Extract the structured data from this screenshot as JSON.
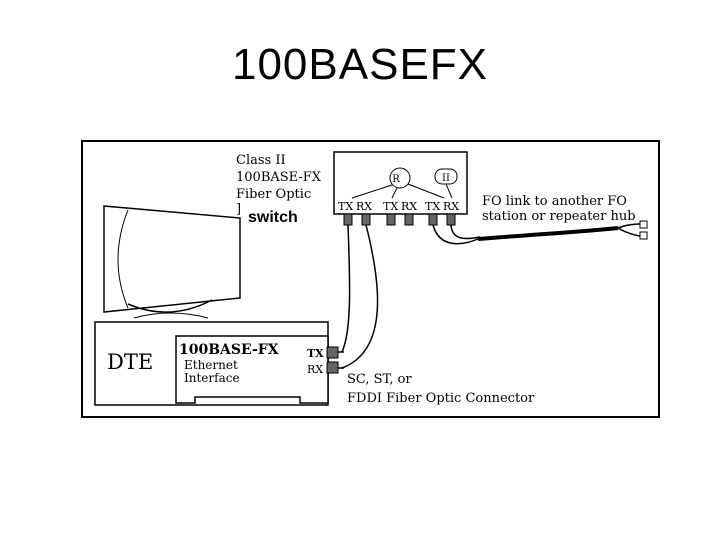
{
  "slide": {
    "title": "100BASEFX"
  },
  "switch_block": {
    "description_lines": [
      "Class II",
      "100BASE-FX",
      "Fiber Optic",
      "]"
    ],
    "overlay_label": "switch",
    "repeater_symbol": "R",
    "class_symbol": "II",
    "port_labels": [
      "TX",
      "RX",
      "TX",
      "RX",
      "TX",
      "RX"
    ]
  },
  "fo_link": {
    "lines": [
      "FO link to another FO",
      "station or repeater hub"
    ]
  },
  "dte": {
    "label": "DTE",
    "card_lines": [
      "100BASE-FX",
      "Ethernet",
      "Interface"
    ],
    "port_labels": [
      "TX",
      "RX"
    ]
  },
  "connector_note": {
    "lines": [
      "SC, ST, or",
      "FDDI Fiber Optic Connector"
    ]
  },
  "icons": [
    "monitor-icon",
    "nic-card-icon",
    "switch-icon",
    "connector-icon"
  ]
}
